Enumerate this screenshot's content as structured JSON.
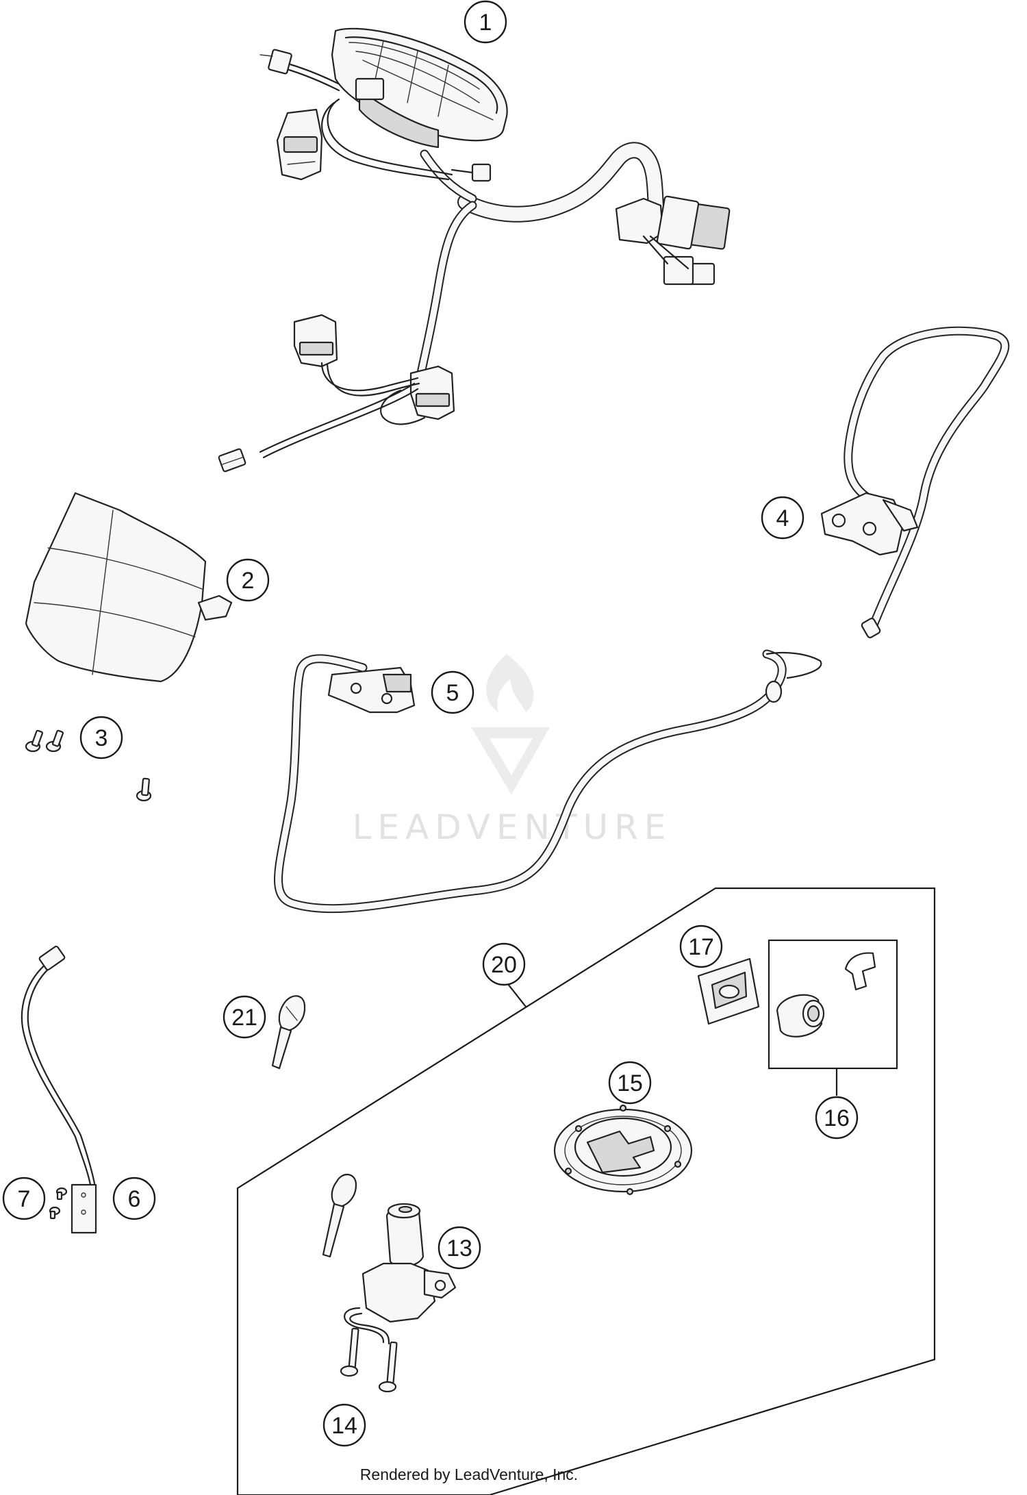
{
  "watermark": {
    "brand": "LEADVENTURE"
  },
  "footer": {
    "credit": "Rendered by LeadVenture, Inc."
  },
  "callouts": [
    {
      "id": "c1",
      "label": "1"
    },
    {
      "id": "c2",
      "label": "2"
    },
    {
      "id": "c3",
      "label": "3"
    },
    {
      "id": "c4",
      "label": "4"
    },
    {
      "id": "c5",
      "label": "5"
    },
    {
      "id": "c6",
      "label": "6"
    },
    {
      "id": "c7",
      "label": "7"
    },
    {
      "id": "c13",
      "label": "13"
    },
    {
      "id": "c14",
      "label": "14"
    },
    {
      "id": "c15",
      "label": "15"
    },
    {
      "id": "c16",
      "label": "16"
    },
    {
      "id": "c17",
      "label": "17"
    },
    {
      "id": "c20",
      "label": "20"
    },
    {
      "id": "c21",
      "label": "21"
    }
  ],
  "icons": {
    "watermark_logo": "flame-v-logo-icon"
  }
}
